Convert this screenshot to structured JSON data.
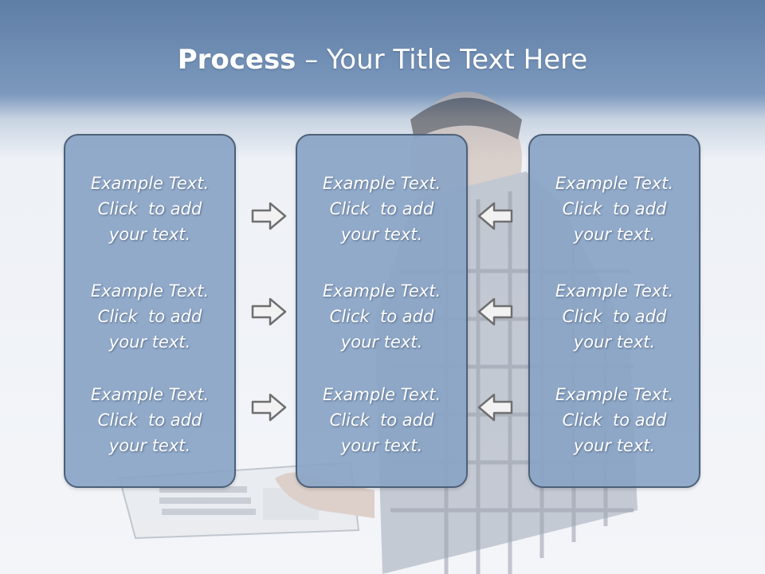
{
  "title": {
    "bold": "Process",
    "rest": " – Your Title Text Here"
  },
  "panels": [
    {
      "blocks": [
        {
          "line1": "Example Text.",
          "line2": "Click  to add",
          "line3": "your text."
        },
        {
          "line1": "Example Text.",
          "line2": "Click  to add",
          "line3": "your text."
        },
        {
          "line1": "Example Text.",
          "line2": "Click  to add",
          "line3": "your text."
        }
      ]
    },
    {
      "blocks": [
        {
          "line1": "Example Text.",
          "line2": "Click  to add",
          "line3": "your text."
        },
        {
          "line1": "Example Text.",
          "line2": "Click  to add",
          "line3": "your text."
        },
        {
          "line1": "Example Text.",
          "line2": "Click  to add",
          "line3": "your text."
        }
      ]
    },
    {
      "blocks": [
        {
          "line1": "Example Text.",
          "line2": "Click  to add",
          "line3": "your text."
        },
        {
          "line1": "Example Text.",
          "line2": "Click  to add",
          "line3": "your text."
        },
        {
          "line1": "Example Text.",
          "line2": "Click  to add",
          "line3": "your text."
        }
      ]
    }
  ],
  "colors": {
    "panel_fill": "#8aa4c6",
    "panel_border": "#4c6078",
    "header": "#5f7ea6",
    "arrow_fill": "#f2f2f2",
    "arrow_stroke": "#6f6f6f"
  },
  "icons": {
    "left_arrows": "arrow-right-icon",
    "right_arrows": "arrow-left-icon"
  }
}
